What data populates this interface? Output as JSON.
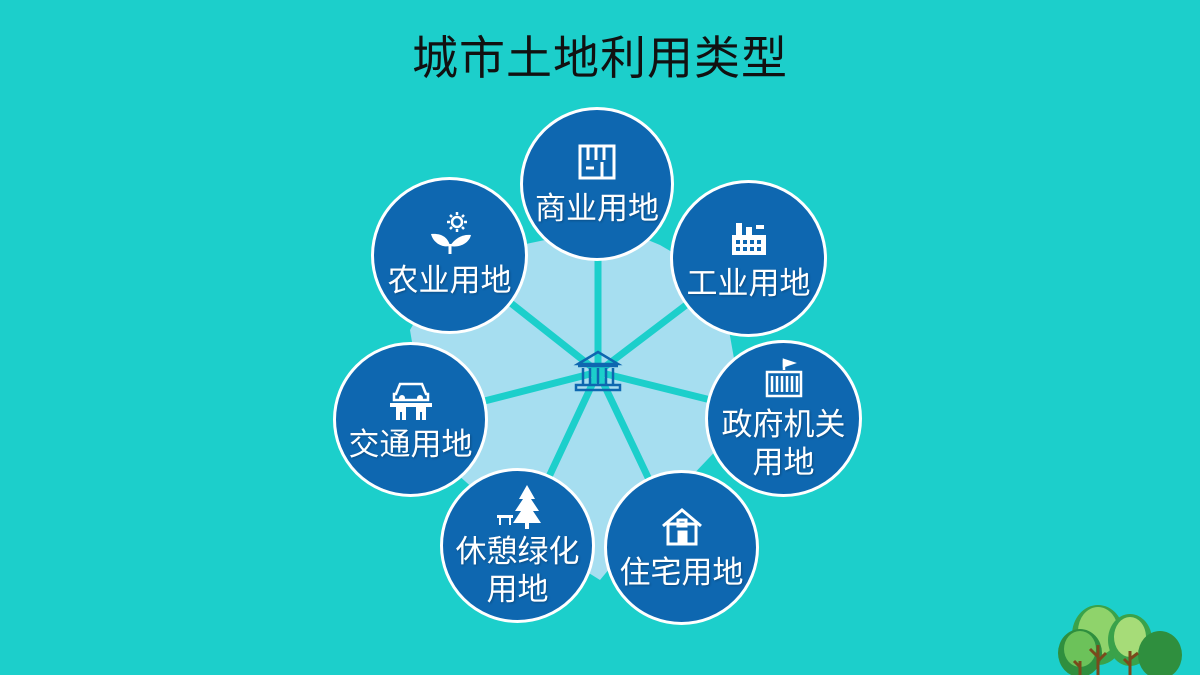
{
  "title": "城市土地利用类型",
  "center": {
    "icon": "government-building-icon"
  },
  "nodes": [
    {
      "label": "商业用地",
      "icon": "shop-icon"
    },
    {
      "label": "工业用地",
      "icon": "factory-icon"
    },
    {
      "label": "政府机关用地",
      "icon": "government-office-icon"
    },
    {
      "label": "住宅用地",
      "icon": "house-icon"
    },
    {
      "label": "休憩绿化用地",
      "icon": "tree-bench-icon"
    },
    {
      "label": "交通用地",
      "icon": "car-bridge-icon"
    },
    {
      "label": "农业用地",
      "icon": "sun-sprout-icon"
    }
  ],
  "colors": {
    "background": "#1ccfcb",
    "node_fill": "#0e67b0",
    "hub_fill": "#a6def0",
    "connector": "#1ccfcb"
  }
}
